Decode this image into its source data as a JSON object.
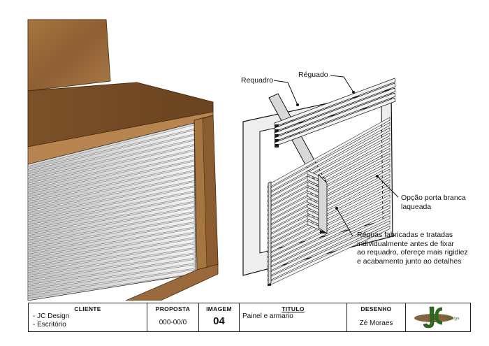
{
  "callouts": {
    "requadro": "Requadro",
    "reguado": "Réguado",
    "opcao_lines": [
      "Opção porta branca",
      "laqueada"
    ],
    "reguas_lines": [
      "Réguas fabricadas e tratadas",
      "individualmente antes de fixar",
      "ao requadro, ofereçe mais rigidiez",
      "e acabamento junto ao detalhes"
    ]
  },
  "title_block": {
    "cliente_label": "CLIENTE",
    "cliente_lines": [
      "- JC Design",
      "- Escritório"
    ],
    "proposta_label": "PROPOSTA",
    "proposta_value": "000-00/0",
    "imagem_label": "IMAGEM",
    "imagem_value": "04",
    "titulo_label": "TITULO",
    "titulo_value": "Painel e armario",
    "desenho_label": "DESENHO",
    "desenho_value": "Zé Moraes",
    "logo_letters": "JC",
    "logo_word": "Design"
  },
  "colors": {
    "wood": "#9a6a3c",
    "wood_dark": "#6b4420",
    "wood_light": "#b98a55",
    "panel_white": "#ececec",
    "line": "#1a1a1a",
    "logo_green": "#2f6b1e",
    "logo_brown": "#6b4a1e"
  }
}
